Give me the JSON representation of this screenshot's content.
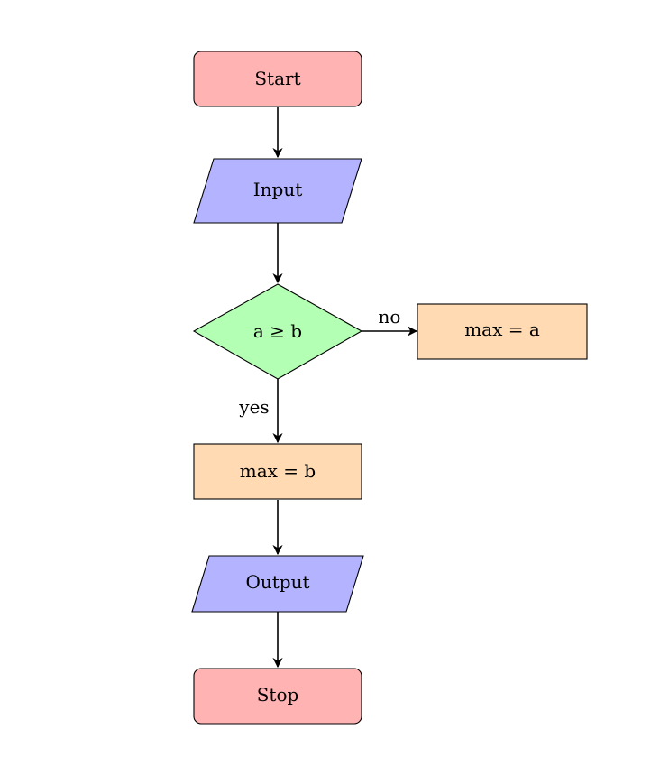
{
  "nodes": {
    "start": {
      "label": "Start",
      "shape": "terminator",
      "color": "#FFB3B3"
    },
    "input": {
      "label": "Input",
      "shape": "io",
      "color": "#B3B3FF"
    },
    "decision": {
      "label": "a ≥ b",
      "shape": "decision",
      "color": "#B3FFB3"
    },
    "max_a": {
      "label": "max = a",
      "shape": "process",
      "color": "#FFDAB3"
    },
    "max_b": {
      "label": "max = b",
      "shape": "process",
      "color": "#FFDAB3"
    },
    "output": {
      "label": "Output",
      "shape": "io",
      "color": "#B3B3FF"
    },
    "stop": {
      "label": "Stop",
      "shape": "terminator",
      "color": "#FFB3B3"
    }
  },
  "edges": [
    {
      "from": "start",
      "to": "input",
      "label": ""
    },
    {
      "from": "input",
      "to": "decision",
      "label": ""
    },
    {
      "from": "decision",
      "to": "max_a",
      "label": "no"
    },
    {
      "from": "decision",
      "to": "max_b",
      "label": "yes"
    },
    {
      "from": "max_b",
      "to": "output",
      "label": ""
    },
    {
      "from": "output",
      "to": "stop",
      "label": ""
    }
  ],
  "edge_labels": {
    "no": "no",
    "yes": "yes"
  }
}
